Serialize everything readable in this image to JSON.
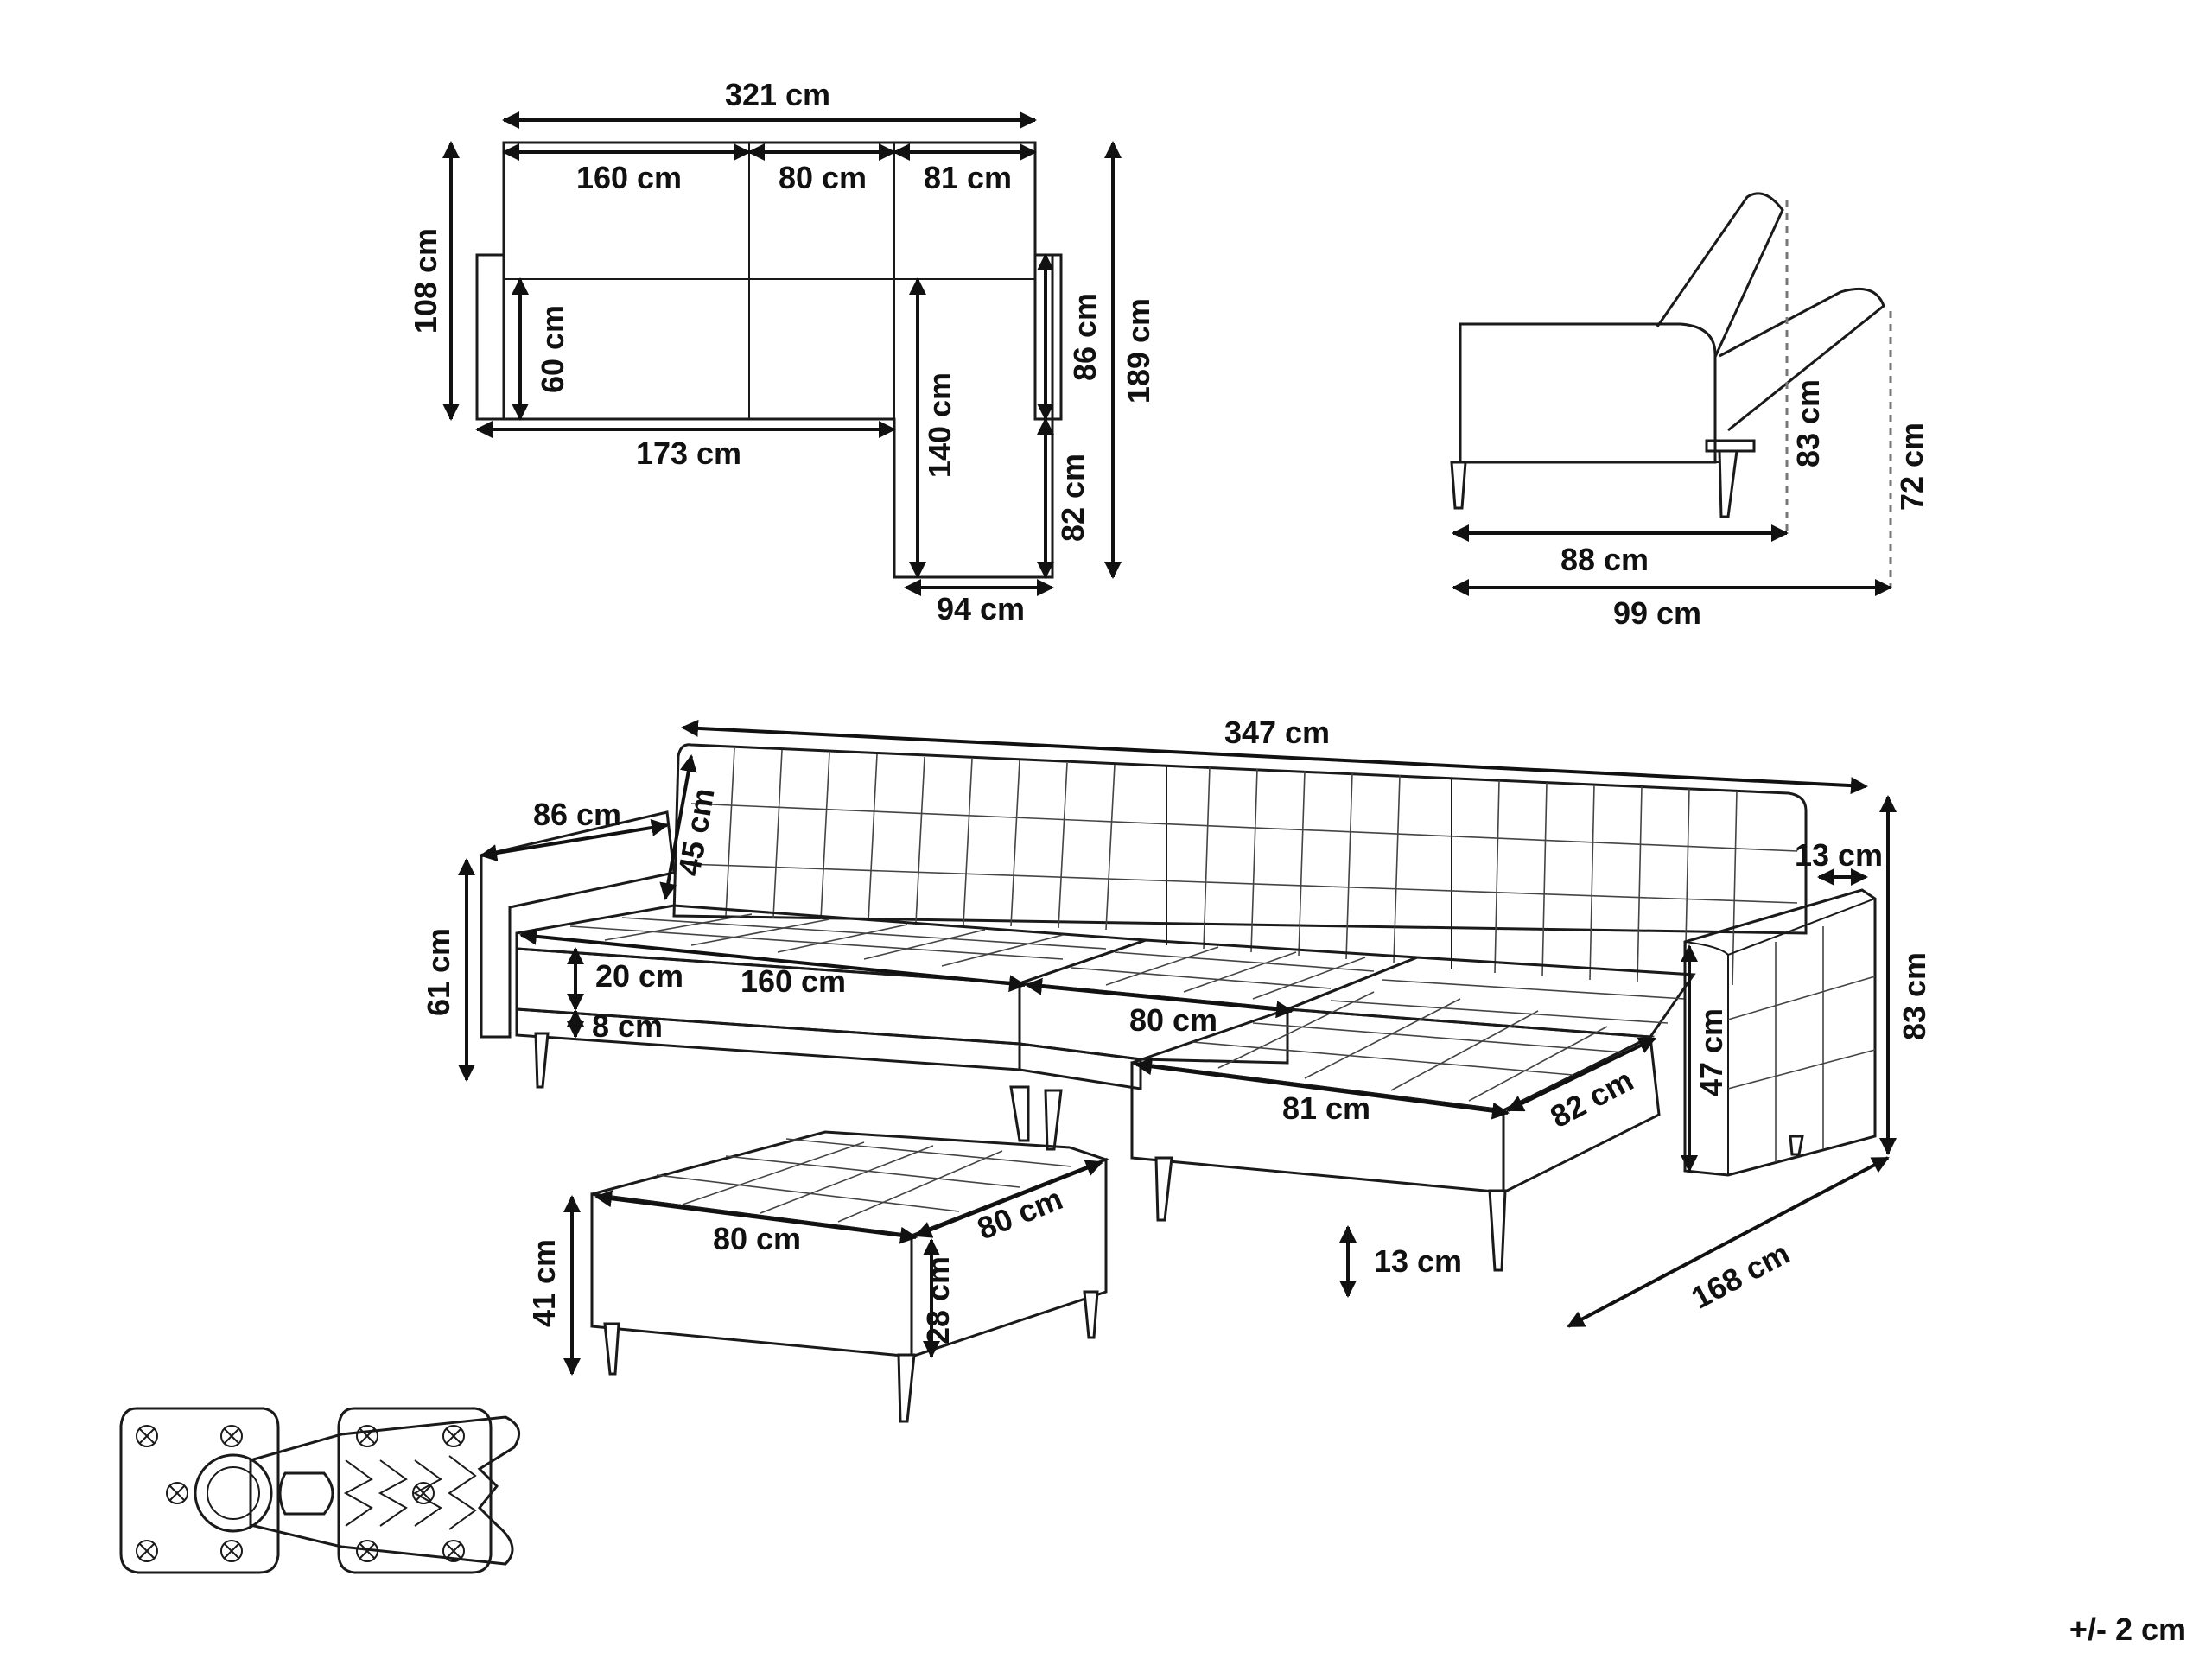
{
  "top_view": {
    "total_width": "321 cm",
    "seat_left": "160 cm",
    "seat_middle": "80 cm",
    "seat_right": "81 cm",
    "depth_main": "108 cm",
    "seat_depth": "60 cm",
    "base_width": "173 cm",
    "chaise_length": "140 cm",
    "arm_depth": "86 cm",
    "chaise_rest": "82 cm",
    "total_depth": "189 cm",
    "chaise_width": "94 cm"
  },
  "side_view": {
    "height_upright": "83 cm",
    "height_reclined": "72 cm",
    "depth_upright": "88 cm",
    "depth_reclined": "99 cm"
  },
  "perspective_view": {
    "total_length": "347 cm",
    "arm_length": "86 cm",
    "back_height": "45 cm",
    "arm_width": "13 cm",
    "arm_height": "61 cm",
    "cushion_thickness": "20 cm",
    "seat_left": "160 cm",
    "base_clearance": "8 cm",
    "seat_middle": "80 cm",
    "seat_right": "81 cm",
    "chaise_depth": "82 cm",
    "side_height": "47 cm",
    "total_height": "83 cm",
    "leg_height": "13 cm",
    "total_depth": "168 cm"
  },
  "ottoman": {
    "width": "80 cm",
    "depth": "80 cm",
    "height": "41 cm",
    "cushion_height": "28 cm"
  },
  "tolerance": "+/- 2 cm"
}
